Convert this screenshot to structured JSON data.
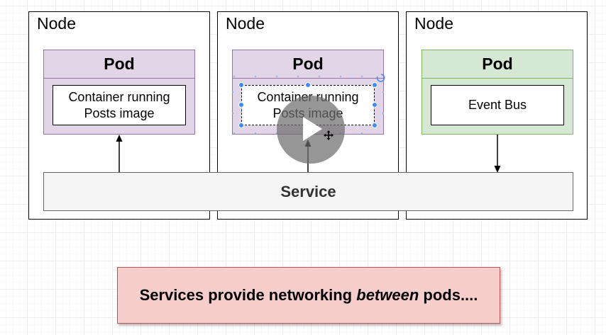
{
  "nodes": [
    {
      "label": "Node",
      "pod": {
        "label": "Pod",
        "container": [
          "Container running",
          "Posts image"
        ]
      }
    },
    {
      "label": "Node",
      "pod": {
        "label": "Pod",
        "container": [
          "Container running",
          "Posts image"
        ]
      }
    },
    {
      "label": "Node",
      "pod": {
        "label": "Pod",
        "container": [
          "Event Bus"
        ]
      }
    }
  ],
  "service": {
    "label": "Service"
  },
  "note": {
    "before": "Services provide networking ",
    "emphasis": "between",
    "after": " pods...."
  },
  "colors": {
    "pod_fill": "#e1d5e7",
    "pod_border": "#9673a6",
    "event_pod_fill": "#d5e8d4",
    "event_pod_border": "#82b366",
    "service_fill": "#f5f5f5",
    "note_fill": "#f8cecc",
    "note_border": "#b85450",
    "selection": "#3d8bfd"
  },
  "icons": [
    "play-icon",
    "move-cursor-icon"
  ]
}
